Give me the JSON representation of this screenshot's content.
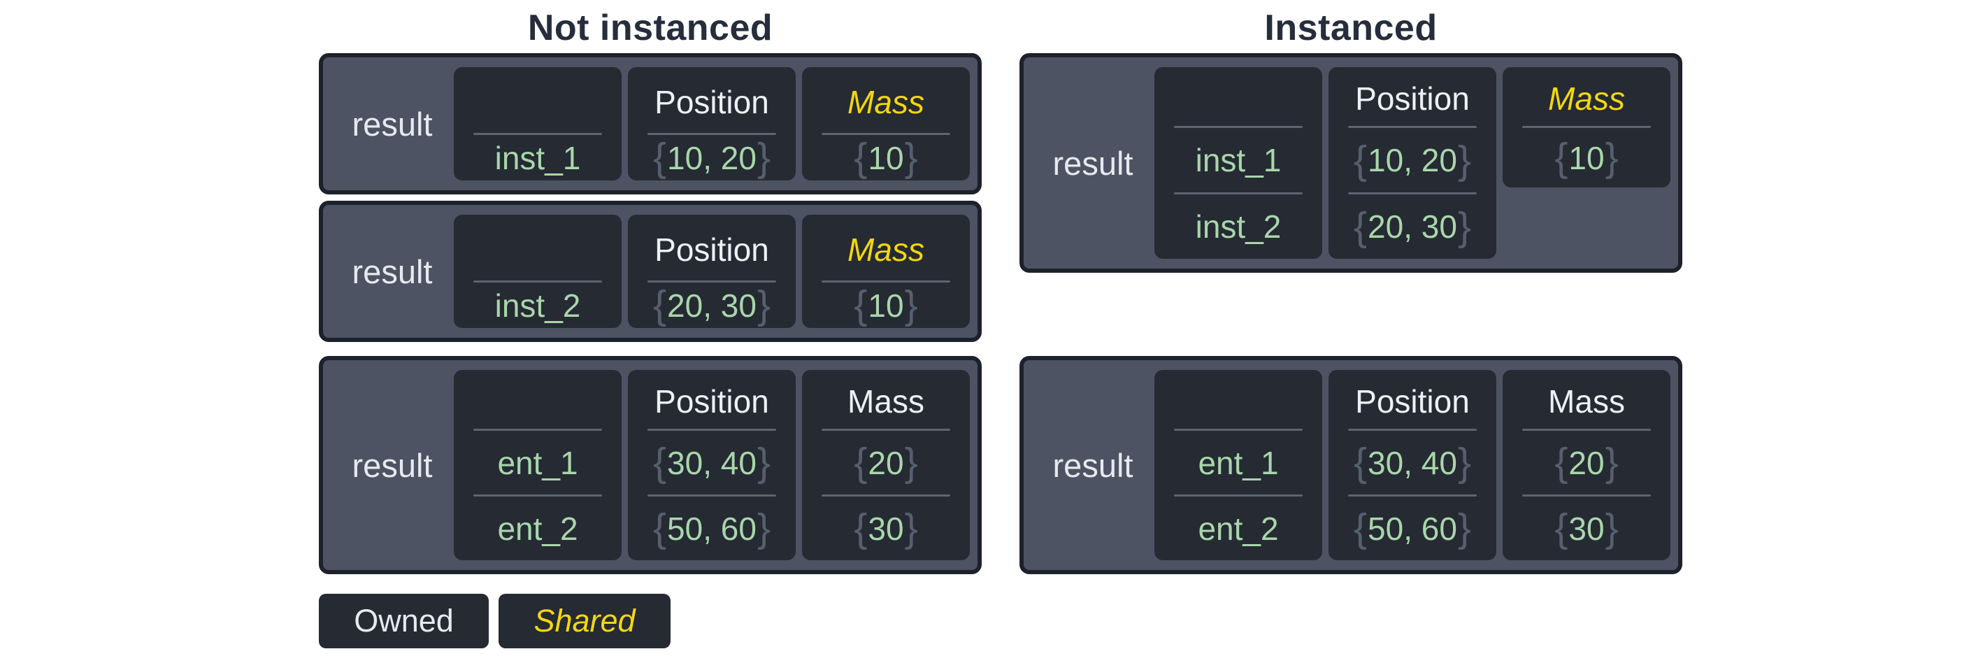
{
  "titles": {
    "not_instanced": "Not instanced",
    "instanced": "Instanced"
  },
  "symbols": {
    "open_brace": "{",
    "close_brace": "}"
  },
  "legend": {
    "owned": "Owned",
    "shared": "Shared"
  },
  "colors": {
    "shared_yellow": "#f2d70e",
    "owned_white": "#e6e9ee",
    "value_green": "#a9d6ab",
    "brace_gray": "#575e6d",
    "cell_bg": "#252a33",
    "box_bg": "#4d5363",
    "box_border": "#1d212b",
    "title_text": "#262d3c"
  },
  "boxes": {
    "ni1": {
      "label": "result",
      "names": [
        "inst_1"
      ],
      "position": {
        "header": "Position",
        "values": [
          "10, 20"
        ]
      },
      "mass": {
        "header": "Mass",
        "shared": true,
        "values": [
          "10"
        ]
      }
    },
    "ni2": {
      "label": "result",
      "names": [
        "inst_2"
      ],
      "position": {
        "header": "Position",
        "values": [
          "20, 30"
        ]
      },
      "mass": {
        "header": "Mass",
        "shared": true,
        "values": [
          "10"
        ]
      }
    },
    "ni3": {
      "label": "result",
      "names": [
        "ent_1",
        "ent_2"
      ],
      "position": {
        "header": "Position",
        "values": [
          "30, 40",
          "50, 60"
        ]
      },
      "mass": {
        "header": "Mass",
        "shared": false,
        "values": [
          "20",
          "30"
        ]
      }
    },
    "i1": {
      "label": "result",
      "names": [
        "inst_1",
        "inst_2"
      ],
      "position": {
        "header": "Position",
        "values": [
          "10, 20",
          "20, 30"
        ]
      },
      "mass": {
        "header": "Mass",
        "shared": true,
        "values": [
          "10"
        ]
      }
    },
    "i2": {
      "label": "result",
      "names": [
        "ent_1",
        "ent_2"
      ],
      "position": {
        "header": "Position",
        "values": [
          "30, 40",
          "50, 60"
        ]
      },
      "mass": {
        "header": "Mass",
        "shared": false,
        "values": [
          "20",
          "30"
        ]
      }
    }
  }
}
